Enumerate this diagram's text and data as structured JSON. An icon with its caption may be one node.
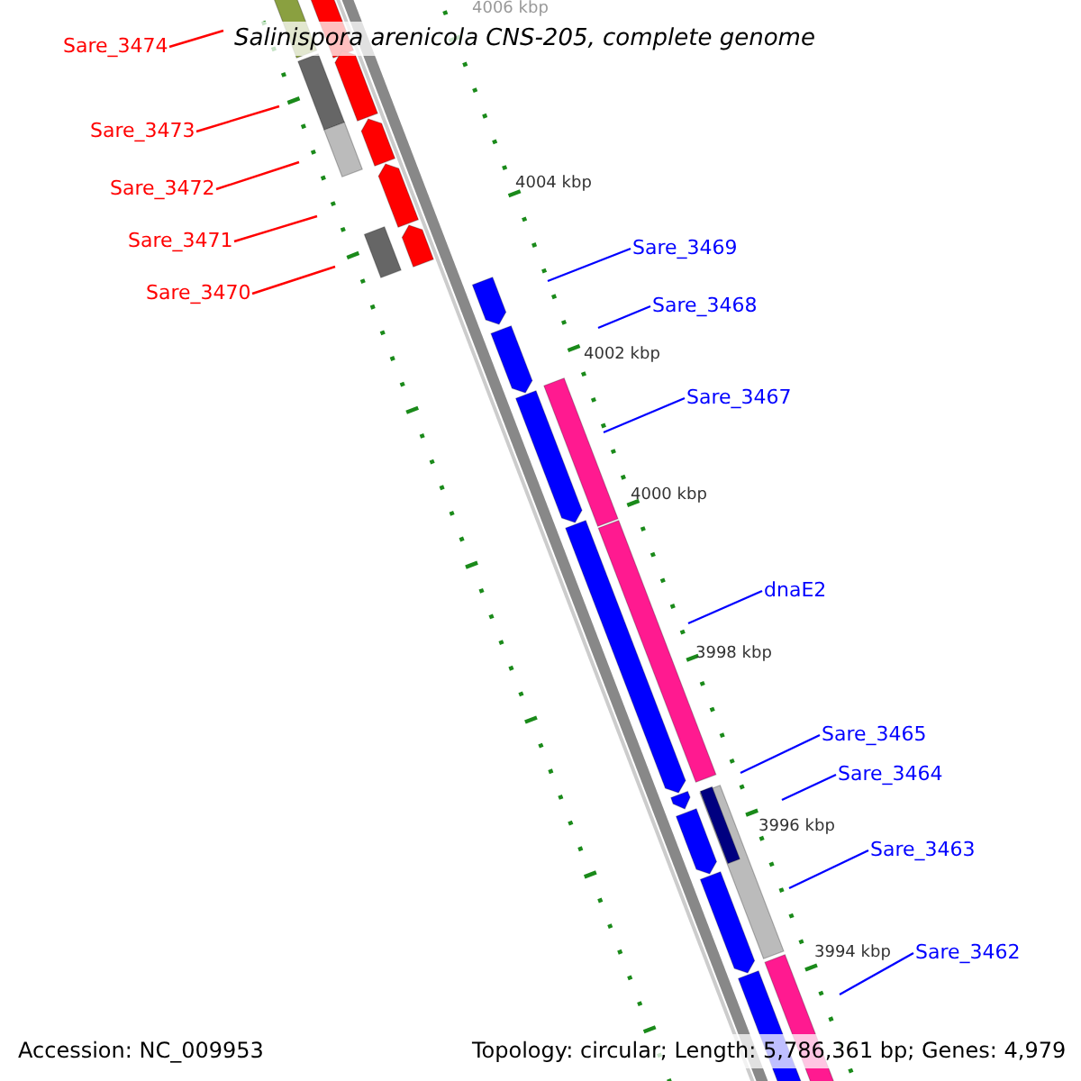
{
  "diagram": {
    "title": "Salinispora arenicola CNS-205, complete genome",
    "nodes": [
      {
        "text": [
          "Sare_3474"
        ]
      },
      {
        "text": [
          "Sare_3473"
        ]
      },
      {
        "text": [
          "Sare_3472"
        ]
      },
      {
        "text": [
          "Sare_3471"
        ]
      },
      {
        "text": [
          "Sare_3470"
        ]
      },
      {
        "text": [
          "Sare_3469"
        ]
      },
      {
        "text": [
          "Sare_3468"
        ]
      },
      {
        "text": [
          "Sare_3467"
        ]
      },
      {
        "text": [
          "dnaE2"
        ]
      },
      {
        "text": [
          "Sare_3465"
        ]
      },
      {
        "text": [
          "Sare_3464"
        ]
      },
      {
        "text": [
          "Sare_3463"
        ]
      },
      {
        "text": [
          "Sare_3462"
        ]
      }
    ],
    "edges": [
      {
        "from": 0,
        "to": null,
        "arrow": "none",
        "color": "#ff0000"
      },
      {
        "from": 1,
        "to": null,
        "arrow": "none",
        "color": "#ff0000"
      },
      {
        "from": 2,
        "to": null,
        "arrow": "none",
        "color": "#ff0000"
      },
      {
        "from": 3,
        "to": null,
        "arrow": "none",
        "color": "#ff0000"
      },
      {
        "from": 4,
        "to": null,
        "arrow": "none",
        "color": "#ff0000"
      },
      {
        "from": 5,
        "to": null,
        "arrow": "none"
      },
      {
        "from": 6,
        "to": null,
        "arrow": "none"
      },
      {
        "from": 7,
        "to": null,
        "arrow": "none"
      },
      {
        "from": 8,
        "to": null,
        "arrow": "none"
      },
      {
        "from": 9,
        "to": null,
        "arrow": "none"
      },
      {
        "from": 10,
        "to": null,
        "arrow": "none"
      },
      {
        "from": 11,
        "to": null,
        "arrow": "none"
      },
      {
        "from": 12,
        "to": null,
        "arrow": "none"
      }
    ],
    "labels": [
      "4006 kbp",
      "4004 kbp",
      "4002 kbp",
      "4000 kbp",
      "3998 kbp",
      "3996 kbp",
      "3994 kbp",
      "Accession: NC_009953",
      "Topology: circular; Length: 5,786,361 bp; Genes: 4,979"
    ]
  }
}
